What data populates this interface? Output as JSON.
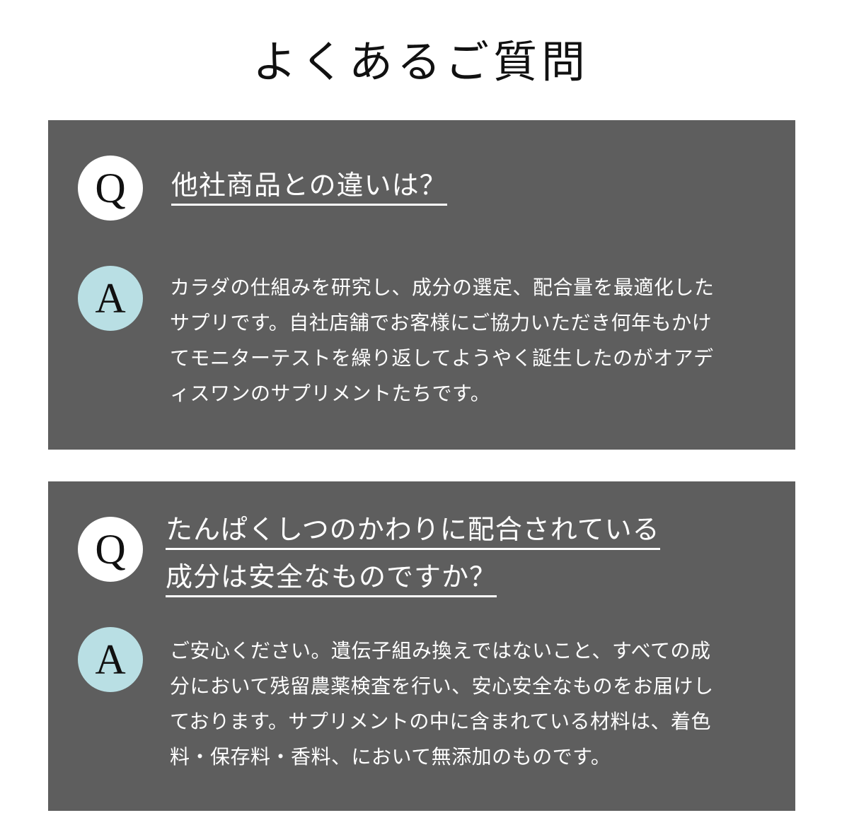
{
  "page": {
    "title": "よくあるご質問"
  },
  "colors": {
    "panel_bg": "#5e5e5e",
    "question_badge_bg": "#ffffff",
    "answer_badge_bg": "#b9dfe4",
    "text_on_panel": "#ffffff",
    "title_text": "#111111"
  },
  "faq": [
    {
      "q_badge": "Q",
      "question_lines": [
        "他社商品との違いは？"
      ],
      "a_badge": "A",
      "answer_lines": [
        "カラダの仕組みを研究し、成分の選定、配合量を最適化した",
        "サプリです。自社店舗でお客様にご協力いただき何年もかけ",
        "てモニターテストを繰り返してようやく誕生したのがオアデ",
        "ィスワンのサプリメントたちです。"
      ]
    },
    {
      "q_badge": "Q",
      "question_lines": [
        "たんぱくしつのかわりに配合されている",
        "成分は安全なものですか？"
      ],
      "a_badge": "A",
      "answer_lines": [
        "ご安心ください。遺伝子組み換えではないこと、すべての成",
        "分において残留農薬検査を行い、安心安全なものをお届けし",
        "ております。サプリメントの中に含まれている材料は、着色",
        "料・保存料・香料、において無添加のものです。"
      ]
    }
  ]
}
